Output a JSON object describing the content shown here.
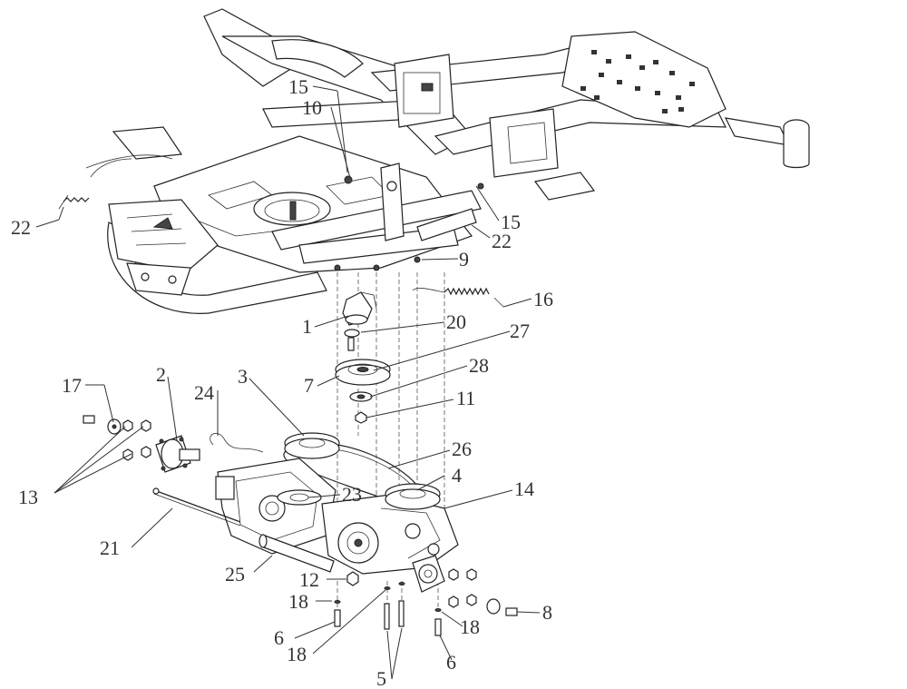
{
  "figure": {
    "callouts": [
      {
        "id": "c15a",
        "text": "15"
      },
      {
        "id": "c10",
        "text": "10"
      },
      {
        "id": "c22a",
        "text": "22"
      },
      {
        "id": "c15b",
        "text": "15"
      },
      {
        "id": "c22b",
        "text": "22"
      },
      {
        "id": "c9",
        "text": "9"
      },
      {
        "id": "c16",
        "text": "16"
      },
      {
        "id": "c1",
        "text": "1"
      },
      {
        "id": "c20",
        "text": "20"
      },
      {
        "id": "c27",
        "text": "27"
      },
      {
        "id": "c7",
        "text": "7"
      },
      {
        "id": "c28",
        "text": "28"
      },
      {
        "id": "c11",
        "text": "11"
      },
      {
        "id": "c17",
        "text": "17"
      },
      {
        "id": "c2",
        "text": "2"
      },
      {
        "id": "c24",
        "text": "24"
      },
      {
        "id": "c3",
        "text": "3"
      },
      {
        "id": "c26",
        "text": "26"
      },
      {
        "id": "c4",
        "text": "4"
      },
      {
        "id": "c13",
        "text": "13"
      },
      {
        "id": "c23",
        "text": "23"
      },
      {
        "id": "c14",
        "text": "14"
      },
      {
        "id": "c21",
        "text": "21"
      },
      {
        "id": "c25",
        "text": "25"
      },
      {
        "id": "c12",
        "text": "12"
      },
      {
        "id": "c8",
        "text": "8"
      },
      {
        "id": "c18a",
        "text": "18"
      },
      {
        "id": "c6a",
        "text": "6"
      },
      {
        "id": "c18b",
        "text": "18"
      },
      {
        "id": "c18c",
        "text": "18"
      },
      {
        "id": "c6b",
        "text": "6"
      },
      {
        "id": "c5",
        "text": "5"
      }
    ]
  }
}
